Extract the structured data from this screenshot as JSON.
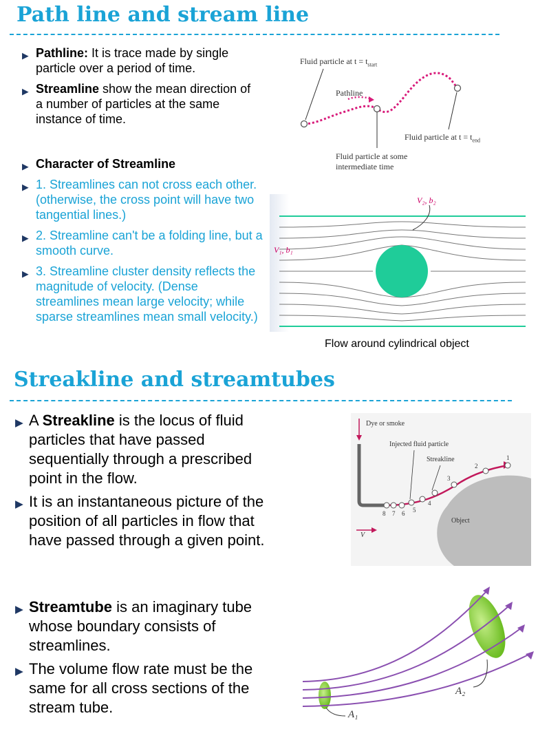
{
  "section1": {
    "title": "Path line and stream line",
    "bullets": [
      {
        "term": "Pathline:",
        "text": " It is trace made by single particle over a period of time."
      },
      {
        "term": "Streamline",
        "text": " show the mean direction of a number of particles at the same instance of time."
      }
    ],
    "character_heading": "Character of Streamline",
    "characters": [
      "1. Streamlines can not cross each other. (otherwise, the cross point will have two tangential lines.)",
      "2. Streamline can't be a folding line, but a smooth curve.",
      "3. Streamline cluster density reflects the magnitude of velocity. (Dense streamlines mean large velocity; while sparse streamlines mean small velocity.)"
    ],
    "pathline_figure": {
      "start_label": "Fluid particle at t = t",
      "start_sub": "start",
      "pathline_label": "Pathline",
      "end_label": "Fluid particle at t = t",
      "end_sub": "end",
      "mid_label_1": "Fluid particle at some",
      "mid_label_2": "intermediate time"
    },
    "cylinder_figure": {
      "label_top": "V₂, b₂",
      "label_left": "V₁, b₁",
      "caption": "Flow around cylindrical object",
      "color": "#1fcc99"
    }
  },
  "section2": {
    "title": "Streakline and streamtubes",
    "bullets": [
      {
        "pre": "A ",
        "term": "Streakline",
        "text": " is the locus of fluid particles that have passed sequentially through a prescribed point in the flow."
      },
      {
        "pre": "",
        "term": "",
        "text": "It is an instantaneous picture of the position of all particles in flow that have passed through a given point."
      },
      {
        "pre": "",
        "term": "Streamtube",
        "text": " is an imaginary tube whose boundary consists of streamlines."
      },
      {
        "pre": "",
        "term": "",
        "text": "The volume flow rate must be the same for all cross sections of the stream tube."
      }
    ],
    "streak_figure": {
      "dye_label": "Dye or smoke",
      "injected_label": "Injected fluid particle",
      "streak_label": "Streakline",
      "object_label": "Object",
      "v_label": "V",
      "numbers": [
        "1",
        "2",
        "3",
        "4",
        "5",
        "6",
        "7",
        "8"
      ]
    },
    "tube_figure": {
      "a1": "A₁",
      "a2": "A₂"
    }
  },
  "colors": {
    "accent": "#1aa3d6",
    "bullet": "#1f3864",
    "pathline": "#d81b7a",
    "tube_lines": "#8a4fb0",
    "tube_area": "#7ccc32"
  }
}
